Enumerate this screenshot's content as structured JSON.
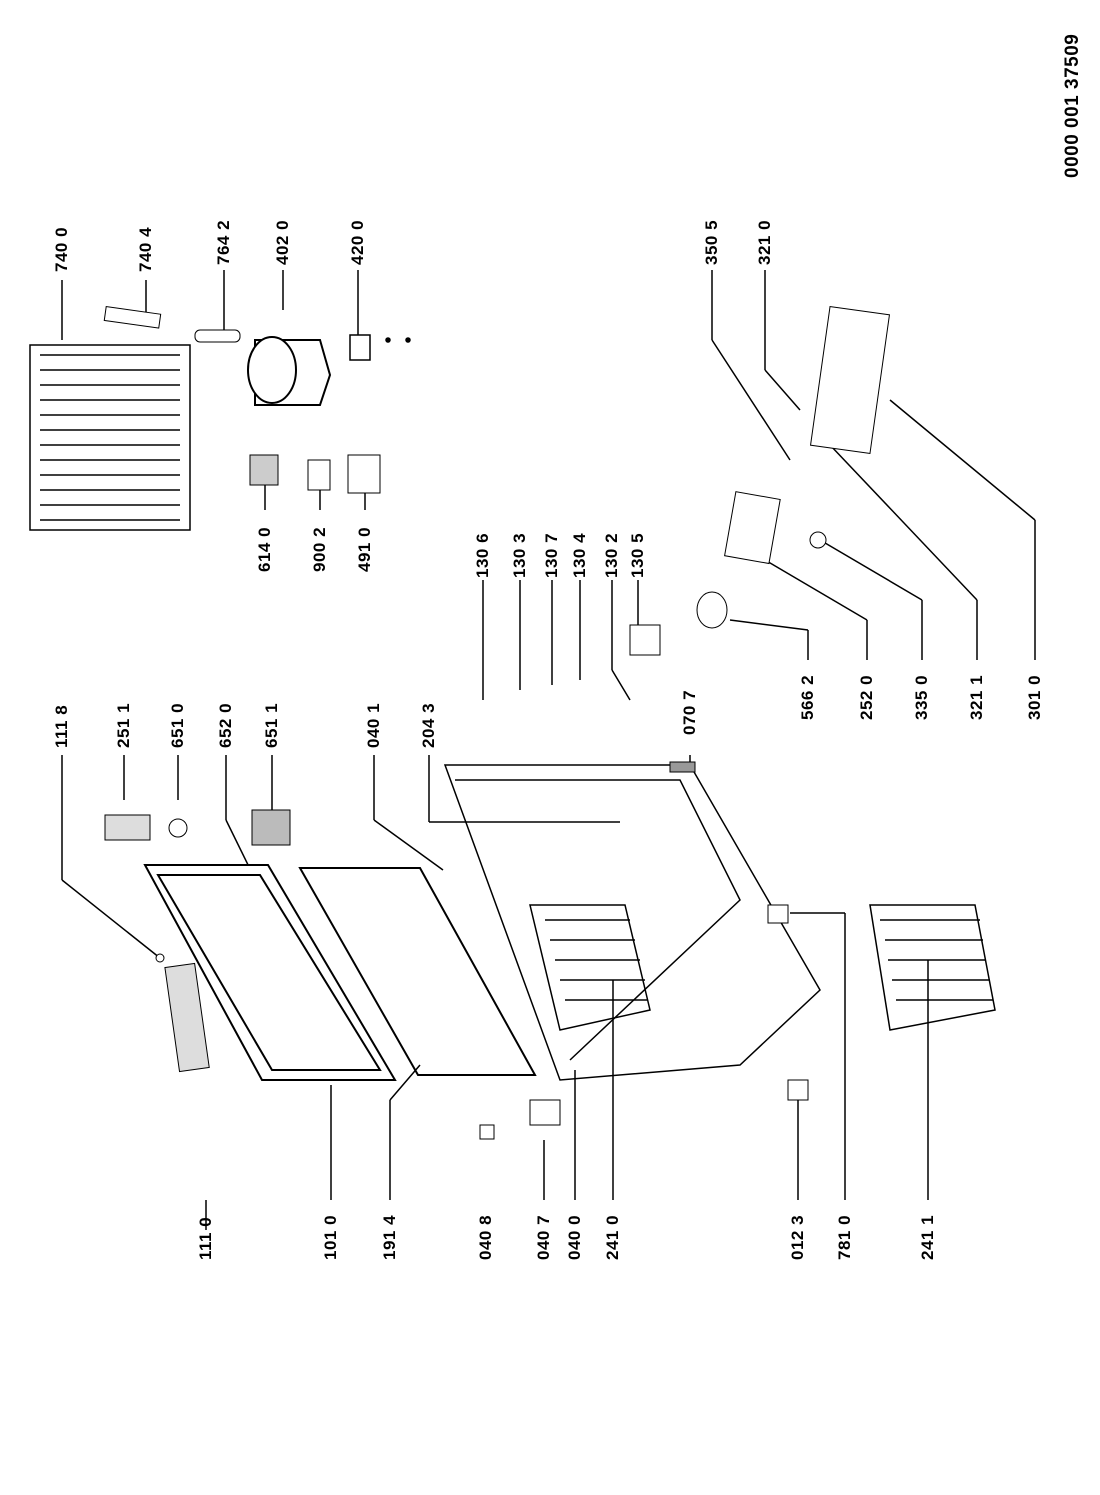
{
  "document_number": "0000 001 37509",
  "labels": {
    "top_row": [
      "740 0",
      "740 4",
      "764 2",
      "402 0",
      "420 0",
      "350 5",
      "321 0"
    ],
    "middle_row_left": [
      "111 8",
      "251 1",
      "651 0",
      "652 0",
      "651 1",
      "040 1",
      "204 3",
      "130 6",
      "130 3",
      "130 7",
      "130 4",
      "130 2",
      "130 5",
      "070 7"
    ],
    "middle_parts": [
      "614 0",
      "900 2",
      "491 0"
    ],
    "middle_row_right": [
      "566 2",
      "252 0",
      "335 0",
      "321 1",
      "301 0"
    ],
    "bottom_row": [
      "111 0",
      "101 0",
      "191 4",
      "040 8",
      "040 7",
      "040 0",
      "241 0",
      "012 3",
      "781 0",
      "241 1"
    ]
  }
}
